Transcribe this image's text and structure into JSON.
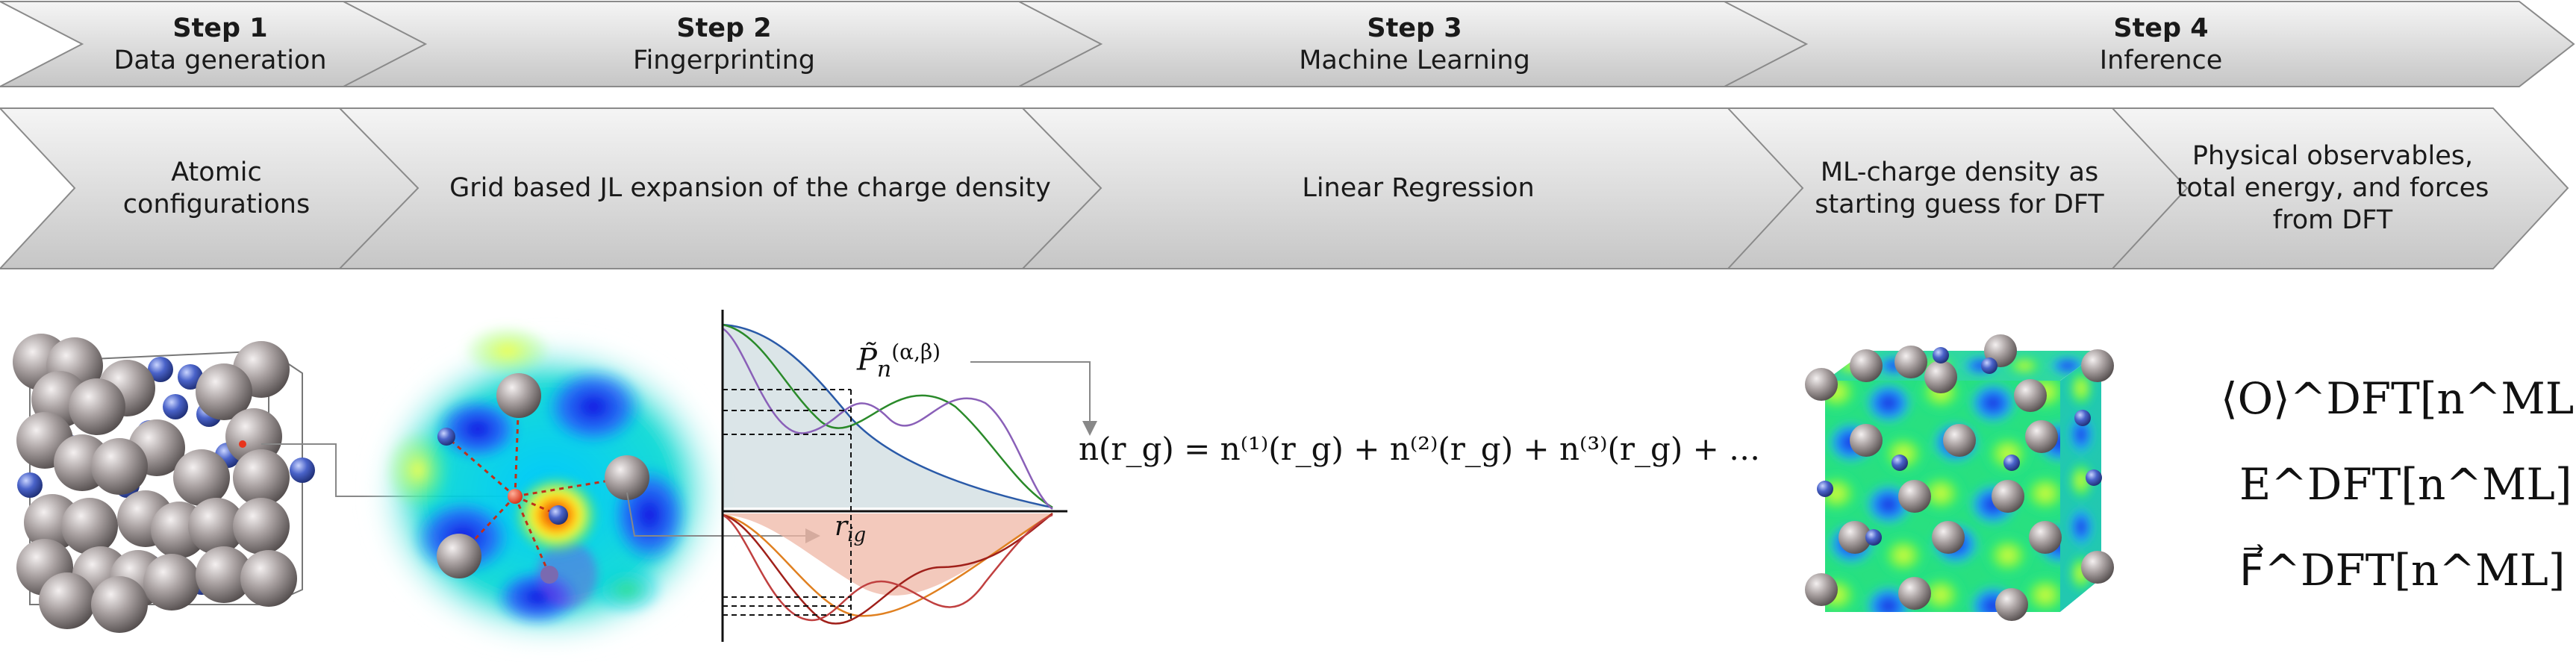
{
  "steps": [
    {
      "title": "Step 1",
      "subtitle": "Data generation"
    },
    {
      "title": "Step 2",
      "subtitle": "Fingerprinting"
    },
    {
      "title": "Step 3",
      "subtitle": "Machine Learning"
    },
    {
      "title": "Step 4",
      "subtitle": "Inference"
    }
  ],
  "substeps": [
    {
      "label_line1": "Atomic",
      "label_line2": "configurations"
    },
    {
      "label": "Grid based JL expansion of the charge density"
    },
    {
      "label": "Linear Regression"
    },
    {
      "label_line1": "ML-charge density as",
      "label_line2": "starting guess for DFT"
    },
    {
      "label_line1": "Physical observables,",
      "label_line2": "total energy, and forces",
      "label_line3": "from DFT"
    }
  ],
  "math": {
    "projector_label": "P̃ₙ^(α,β)",
    "projector_base": "P̃",
    "projector_sub": "n",
    "projector_sup": "(α,β)",
    "grid_distance": "r",
    "grid_distance_sub": "ig",
    "equation": "n(r_g) = n⁽¹⁾(r_g) + n⁽²⁾(r_g) + n⁽³⁾(r_g) + …",
    "observable_O": "⟨O⟩^DFT[n^ML]",
    "observable_E": "E^DFT[n^ML]",
    "observable_F": "F⃗^DFT[n^ML]"
  },
  "colors": {
    "chevron_gradient_top": "#f4f4f4",
    "chevron_gradient_bottom": "#c9c9c9",
    "chevron_stroke": "#8a8a8a",
    "atom_gray": "#9a9292",
    "atom_blue": "#4a63c9",
    "center_atom_red": "#e8341c",
    "upper_fill": "#c7d7dc",
    "lower_fill": "#efb7a5"
  }
}
